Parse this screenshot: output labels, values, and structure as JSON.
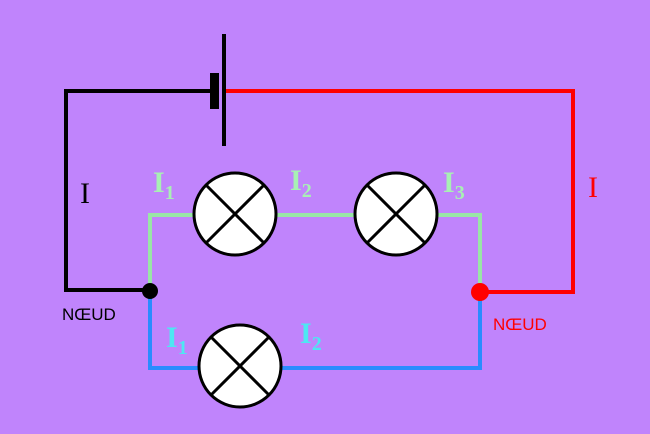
{
  "colors": {
    "background": "#c084fc",
    "wire_black": "#000000",
    "wire_red": "#ff0000",
    "wire_green": "#99e6a6",
    "wire_blue": "#2a8cff",
    "current_green": "#a8f0b4",
    "current_cyan": "#4de7f2",
    "lamp_fill": "#ffffff",
    "node_left": "#000000",
    "node_right": "#ff0000"
  },
  "labels": {
    "main_current_left": "I",
    "main_current_right": "I",
    "node_left": "NŒUD",
    "node_right": "NŒUD"
  },
  "upper_branch": {
    "currents": [
      {
        "base": "I",
        "sub": "1"
      },
      {
        "base": "I",
        "sub": "2"
      },
      {
        "base": "I",
        "sub": "3"
      }
    ]
  },
  "lower_branch": {
    "currents": [
      {
        "base": "I",
        "sub": "1"
      },
      {
        "base": "I",
        "sub": "2"
      }
    ]
  }
}
